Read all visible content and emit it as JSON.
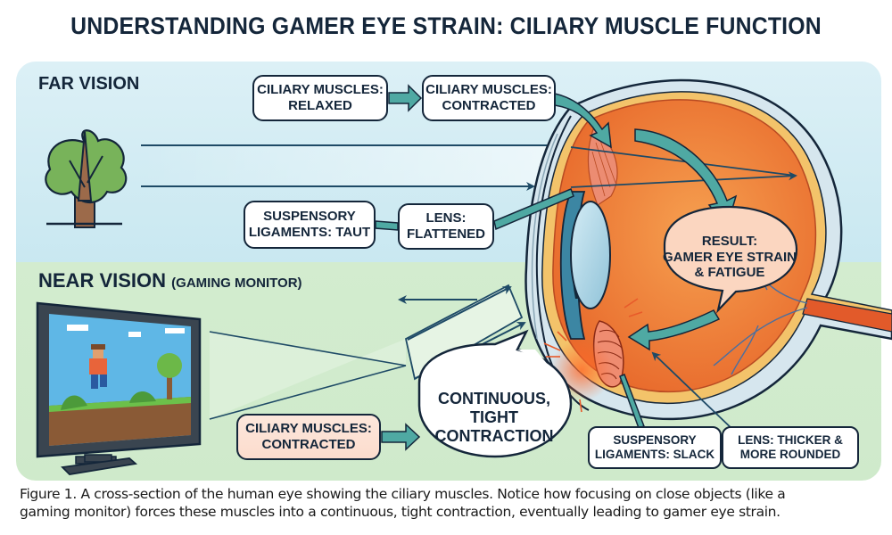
{
  "title": "UNDERSTANDING GAMER EYE STRAIN: CILIARY MUSCLE FUNCTION",
  "colors": {
    "ink": "#14263a",
    "far_panel": "#d3ecf3",
    "near_panel": "#d1ebcd",
    "teal_arrow": "#4fa9a3",
    "eye_orange": "#ef7b35",
    "sclera": "#d6e6ee",
    "iris_blue": "#3c86a3",
    "lens_blue": "#a9d4e6",
    "highlight_box": "#fbdccd"
  },
  "far_vision": {
    "label": "FAR VISION",
    "object_icon": "tree-icon",
    "labels": {
      "ciliary_relaxed": [
        "CILIARY MUSCLES:",
        "RELAXED"
      ],
      "ciliary_contracted": [
        "CILIARY MUSCLES:",
        "CONTRACTED"
      ],
      "ligaments_taut": [
        "SUSPENSORY",
        "LIGAMENTS: TAUT"
      ],
      "lens_flattened": [
        "LENS:",
        "FLATTENED"
      ]
    }
  },
  "near_vision": {
    "label": "NEAR VISION",
    "sublabel": "(GAMING MONITOR)",
    "object_icon": "gaming-monitor-icon",
    "labels": {
      "ciliary_contracted": [
        "CILIARY MUSCLES:",
        "CONTRACTED"
      ],
      "continuous": [
        "CONTINUOUS,",
        "TIGHT",
        "CONTRACTION"
      ],
      "ligaments_slack": [
        "SUSPENSORY",
        "LIGAMENTS: SLACK"
      ],
      "lens_thicker": [
        "LENS: THICKER &",
        "MORE ROUNDED"
      ]
    }
  },
  "result": [
    "RESULT:",
    "GAMER EYE STRAIN",
    "& FATIGUE"
  ],
  "caption": [
    "Figure 1. A cross-section of the human eye showing the ciliary muscles. Notice how focusing on close objects (like a",
    "gaming monitor) forces these muscles into a continuous, tight contraction, eventually leading to gamer eye strain."
  ]
}
